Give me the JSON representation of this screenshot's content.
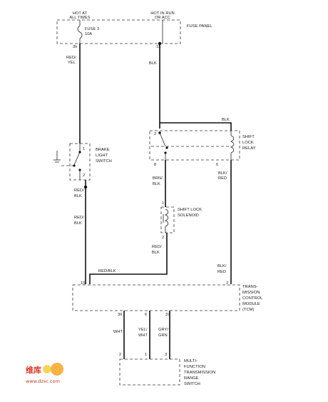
{
  "labels": {
    "hot_at": "HOT AT",
    "all_times": "ALL TIMES",
    "hot_in_run": "HOT IN RUN",
    "or_acc": "OR ACC",
    "fuse_panel": "FUSE PANEL",
    "fuse_name": "FUSE 3",
    "fuse_rating": "10A",
    "fuse_pin_left": "3h",
    "fuse_pin_right": "15",
    "wire_red_yel_1": "RED/",
    "wire_red_yel_2": "YEL",
    "wire_blk_top": "BLK",
    "wire_blk_relay": "BLK",
    "relay_1": "SHIFT",
    "relay_2": "LOCK",
    "relay_3": "RELAY",
    "relay_pin_2": "2",
    "relay_pin_8": "8",
    "relay_pin_6": "6",
    "brake_1": "BRAKE",
    "brake_2": "LIGHT",
    "brake_3": "SWITCH",
    "brake_pin_1": "1",
    "brake_pin_2": "2",
    "wire_red_blk_a1": "RED/",
    "wire_red_blk_a2": "BLK",
    "wire_red_blk_b1": "RED/",
    "wire_red_blk_b2": "BLK",
    "wire_brn_blk_1": "BRN/",
    "wire_brn_blk_2": "BLK",
    "wire_blk_red_a1": "BLK/",
    "wire_blk_red_a2": "RED",
    "solenoid_1": "SHIFT LOCK",
    "solenoid_2": "SOLENOID",
    "sol_pin_1": "1",
    "sol_pin_2": "2",
    "wire_red_blk_c1": "RED/",
    "wire_red_blk_c2": "BLK",
    "wire_red_blk_h": "RED/BLK",
    "wire_blk_red_b1": "BLK/",
    "wire_blk_red_b2": "RED",
    "tcm_pin_left": "10",
    "tcm_pin_right": "2",
    "tcm_1": "TRANS-",
    "tcm_2": "MISSION",
    "tcm_3": "CONTROL",
    "tcm_4": "MODULE",
    "tcm_5": "(TCM)",
    "tcm_pin_36": "36",
    "tcm_pin_6": "6",
    "tcm_pin_37": "37",
    "wire_wht": "WHT",
    "wire_yel_wht_1": "YEL/",
    "wire_yel_wht_2": "WHT",
    "wire_gry_grn_1": "GRY/",
    "wire_gry_grn_2": "GRN",
    "mf_pin_2": "2",
    "mf_pin_1": "1",
    "mf_pin_3": "3",
    "mf_1": "MULTI-",
    "mf_2": "FUNCTION",
    "mf_3": "TRANSMISSION",
    "mf_4": "RANGE",
    "mf_5": "SWITCH"
  },
  "watermark": {
    "brand": "维库",
    "url": "www.dzsc.com"
  },
  "colors": {
    "line": "#111111",
    "watermark": "#e0392b"
  }
}
